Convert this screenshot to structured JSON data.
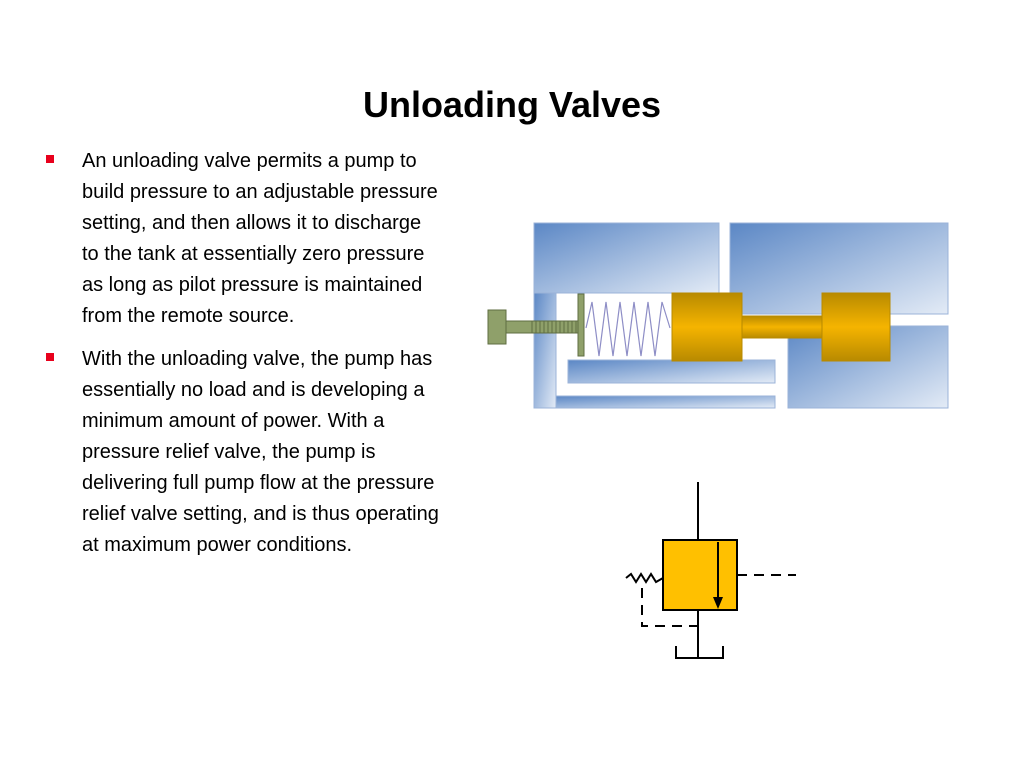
{
  "slide": {
    "title": "Unloading Valves",
    "bullets": [
      "An unloading valve permits a pump to build pressure to an adjustable pressure setting, and then allows it to discharge to the tank at essentially zero pressure as long as pilot pressure is maintained from the remote source.",
      "With the unloading valve, the pump has essentially no load and is developing a minimum amount of power. With a pressure relief valve, the pump is delivering full pump flow at the pressure relief valve setting, and is thus operating at maximum power conditions."
    ]
  },
  "colors": {
    "bullet_marker": "#e8001c",
    "valve_body_dark": "#5b87c5",
    "valve_body_light": "#e3ebf6",
    "spool_gold": "#f5b400",
    "spool_shadow": "#b88a00",
    "adjuster_green": "#8fa06a",
    "spring": "#8e8ec6",
    "symbol_fill": "#ffc000"
  }
}
